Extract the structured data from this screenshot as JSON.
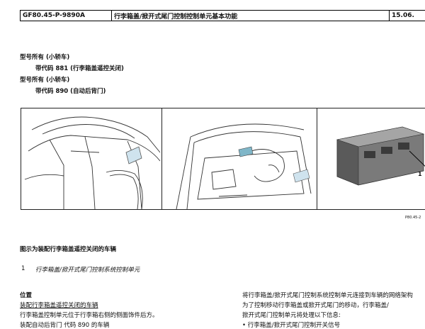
{
  "header": {
    "doc_code": "GF80.45-P-9890A",
    "title": "行李箱盖/掀开式尾门控制控制单元基本功能",
    "date": "15.06."
  },
  "applicability": [
    {
      "label": "型号所有 (小轿车)",
      "detail": "带代码 881 (行李箱盖遥控关闭)"
    },
    {
      "label": "型号所有 (小轿车)",
      "detail": "带代码 890 (自动后背门)"
    }
  ],
  "figure": {
    "callout": "1",
    "ref_code": "P80.45-2"
  },
  "caption": {
    "title": "图示为装配行李箱盖遥控关闭的车辆",
    "item_number": "1",
    "item_text": "行李箱盖/掀开式尾门控制系统控制单元"
  },
  "left_column": {
    "heading": "位置",
    "subheading": "装配行李箱盖遥控关闭的车辆",
    "line1": "行李箱盖控制单元位于行李箱右侧的侧面饰件后方。",
    "line2_partial": "装配自动后背门 代码 890 的车辆"
  },
  "right_column": {
    "line1": "将行李箱盖/掀开式尾门控制系统控制单元连接到车辆的网络架构",
    "line2": "为了控制移动行李箱盖或掀开式尾门的移动，行李箱盖/",
    "line3": "掀开式尾门控制单元将处理以下信息:",
    "line4_partial": "• 行李箱盖/掀开式尾门控制开关信号"
  }
}
